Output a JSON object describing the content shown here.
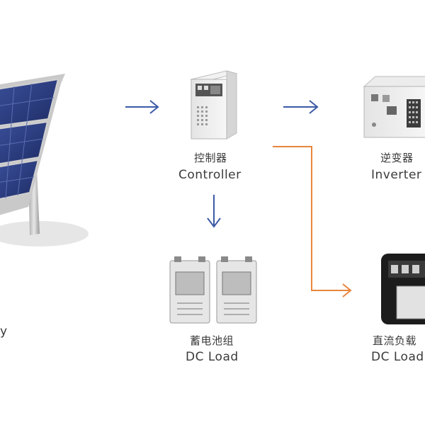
{
  "diagram": {
    "nodes": {
      "solar_panel": {
        "label_en_fragment": "y"
      },
      "controller": {
        "label_zh": "控制器",
        "label_en": "Controller"
      },
      "battery": {
        "label_zh": "蓄电池组",
        "label_en": "DC Load"
      },
      "inverter": {
        "label_zh": "逆变器",
        "label_en": "Inverter"
      },
      "dc_load": {
        "label_zh": "直流负载",
        "label_en": "DC Load"
      }
    },
    "colors": {
      "arrow_blue": "#3b5aa6",
      "arrow_orange": "#e8863c",
      "label_text": "#3a3a3a"
    }
  }
}
